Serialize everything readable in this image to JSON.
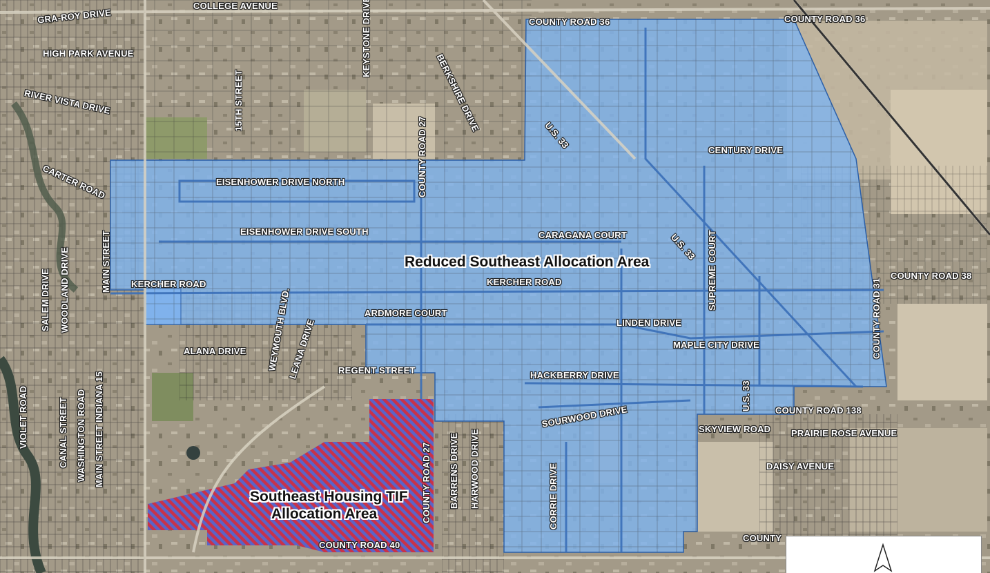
{
  "areas": {
    "reduced_southeast": "Reduced Southeast Allocation Area",
    "housing_tif_line1": "Southeast Housing TIF",
    "housing_tif_line2": "Allocation Area"
  },
  "roads": {
    "gra_roy_drive": "GRA-ROY DRIVE",
    "college_avenue": "COLLEGE AVENUE",
    "high_park_avenue": "HIGH PARK AVENUE",
    "river_vista_drive": "RIVER VISTA DRIVE",
    "carter_road": "CARTER ROAD",
    "fifteenth_street": "15TH STREET",
    "keystone_drive": "KEYSTONE DRIVE",
    "berkshire_drive": "BERKSHIRE DRIVE",
    "county_road_36_a": "COUNTY ROAD 36",
    "county_road_36_b": "COUNTY ROAD 36",
    "us33_a": "U.S. 33",
    "us33_b": "U.S. 33",
    "us33_c": "U.S. 33",
    "century_drive": "CENTURY DRIVE",
    "eisenhower_north": "EISENHOWER DRIVE NORTH",
    "eisenhower_south": "EISENHOWER DRIVE SOUTH",
    "county_road_27_a": "COUNTY ROAD 27",
    "county_road_27_b": "COUNTY ROAD 27",
    "caragana_court": "CARAGANA COURT",
    "supreme_court": "SUPREME COURT",
    "county_road_38": "COUNTY ROAD 38",
    "county_road_31": "COUNTY ROAD 31",
    "kercher_road_a": "KERCHER ROAD",
    "kercher_road_b": "KERCHER ROAD",
    "main_street": "MAIN STREET",
    "woodland_drive": "WOODLAND DRIVE",
    "salem_drive": "SALEM DRIVE",
    "weymouth_blvd": "WEYMOUTH BLVD.",
    "leana_drive": "LEANA DRIVE",
    "ardmore_court": "ARDMORE COURT",
    "linden_drive": "LINDEN DRIVE",
    "maple_city_drive": "MAPLE CITY DRIVE",
    "alana_drive": "ALANA DRIVE",
    "regent_street": "REGENT STREET",
    "hackberry_drive": "HACKBERRY DRIVE",
    "sourwood_drive": "SOURWOOD DRIVE",
    "county_road_138": "COUNTY ROAD 138",
    "skyview_road": "SKYVIEW ROAD",
    "prairie_rose_avenue": "PRAIRIE ROSE AVENUE",
    "daisy_avenue": "DAISY AVENUE",
    "violet_road": "VIOLET ROAD",
    "canal_street": "CANAL STREET",
    "washington_road": "WASHINGTON ROAD",
    "main_street_indiana_15": "MAIN STREET INDIANA 15",
    "barrens_drive": "BARRENS DRIVE",
    "harwood_drive": "HARWOOD DRIVE",
    "corrie_drive": "CORRIE DRIVE",
    "county_road_40": "COUNTY ROAD 40",
    "county_partial": "COUNTY"
  },
  "colors": {
    "allocation_fill": "#7fb3ee",
    "tif_hatch_red": "#c8324a",
    "tif_hatch_blue": "#5a64c8"
  }
}
